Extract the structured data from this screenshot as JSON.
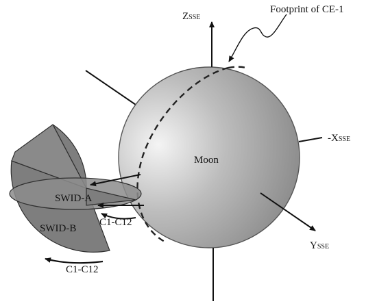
{
  "colors": {
    "sphere_light": "#f4f4f4",
    "sphere_mid": "#bdbdbd",
    "sphere_dark": "#8a8a8a",
    "wedge_fill": "#7e7e7e",
    "wedge_stroke": "#2e2e2e",
    "line": "#111111"
  },
  "labels": {
    "moon": "Moon",
    "footprint": "Footprint of CE-1",
    "swid_a": "SWID-A",
    "swid_b": "SWID-B",
    "c1_c12_upper": "C1-C12",
    "c1_c12_lower": "C1-C12"
  },
  "axes": {
    "z": {
      "main": "Z",
      "sub": "SSE"
    },
    "x": {
      "main": "-X",
      "sub": "SSE"
    },
    "y": {
      "main": "Y",
      "sub": "SSE"
    }
  },
  "icons": {
    "arrowhead": "arrowhead-icon"
  }
}
